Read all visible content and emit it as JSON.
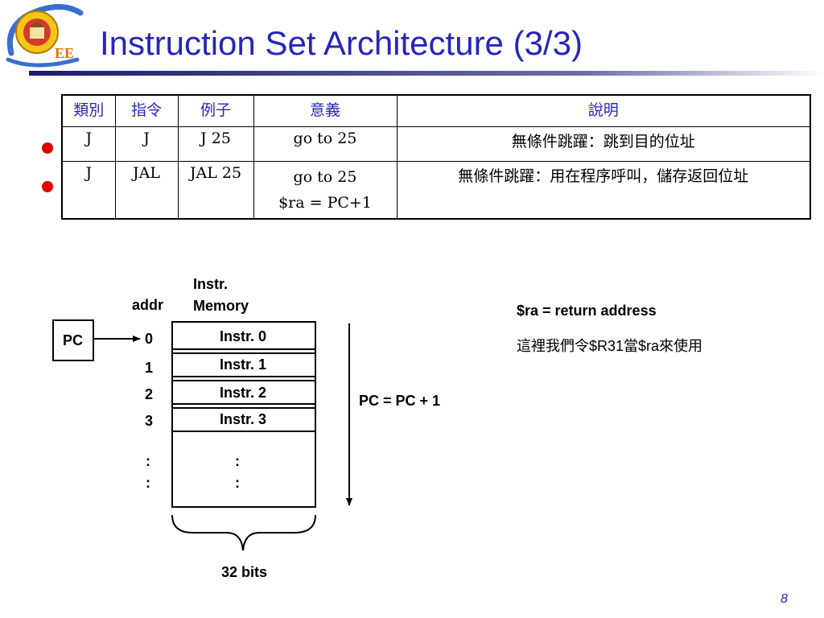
{
  "slide": {
    "title": "Instruction Set Architecture (3/3)",
    "page_number": "8",
    "logo_text": "EE"
  },
  "colors": {
    "title": "#2626b8",
    "bullet": "#e00000",
    "page_number": "#2626b8"
  },
  "table": {
    "headers": [
      "類別",
      "指令",
      "例子",
      "意義",
      "說明"
    ],
    "rows": [
      {
        "type": "J",
        "instr": "J",
        "example": "J 25",
        "meaning": [
          "go to 25"
        ],
        "description": "無條件跳躍：跳到目的位址"
      },
      {
        "type": "J",
        "instr": "JAL",
        "example": "JAL 25",
        "meaning": [
          "go to 25",
          "$ra = PC+1"
        ],
        "description": "無條件跳躍：用在程序呼叫，儲存返回位址"
      }
    ]
  },
  "diagram": {
    "pc_label": "PC",
    "addr_label": "addr",
    "memory_label": [
      "Instr.",
      "Memory"
    ],
    "addresses": [
      "0",
      "1",
      "2",
      "3"
    ],
    "instructions": [
      "Instr. 0",
      "Instr. 1",
      "Instr. 2",
      "Instr. 3"
    ],
    "dots": ":",
    "pc_update": "PC = PC + 1",
    "width_label": "32 bits"
  },
  "notes": {
    "ra_def": "$ra = return address",
    "ra_usage": "這裡我們令$R31當$ra來使用"
  }
}
